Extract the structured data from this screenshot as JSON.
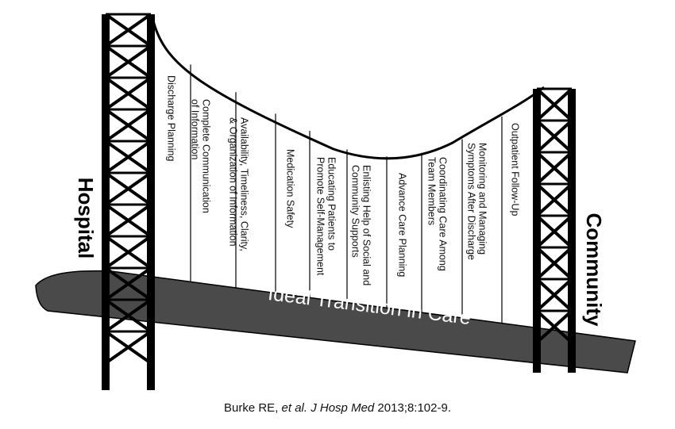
{
  "diagram": {
    "left_tower_label": "Hospital",
    "right_tower_label": "Community",
    "deck_label": "Ideal Transition in Care",
    "steps": [
      {
        "lines": [
          "Discharge Planning"
        ]
      },
      {
        "lines": [
          "Complete Communication",
          "of Information"
        ]
      },
      {
        "lines": [
          "Availability, Timeliness, Clarity,",
          "& Organization of Information"
        ]
      },
      {
        "lines": [
          "Medication Safety"
        ]
      },
      {
        "lines": [
          "Educating Patients to",
          "Promote Self-Management"
        ]
      },
      {
        "lines": [
          "Enlisting Help of Social and",
          "Community Supports"
        ]
      },
      {
        "lines": [
          "Advance Care Planning"
        ]
      },
      {
        "lines": [
          "Coordinating Care Among",
          "Team Members"
        ]
      },
      {
        "lines": [
          "Monitoring and Managing",
          "Symptoms After Discharge"
        ]
      },
      {
        "lines": [
          "Outpatient Follow-Up"
        ]
      }
    ]
  },
  "citation": {
    "authors": "Burke RE, ",
    "etal": "et al. J Hosp Med",
    "rest": " 2013;8:102-9."
  }
}
